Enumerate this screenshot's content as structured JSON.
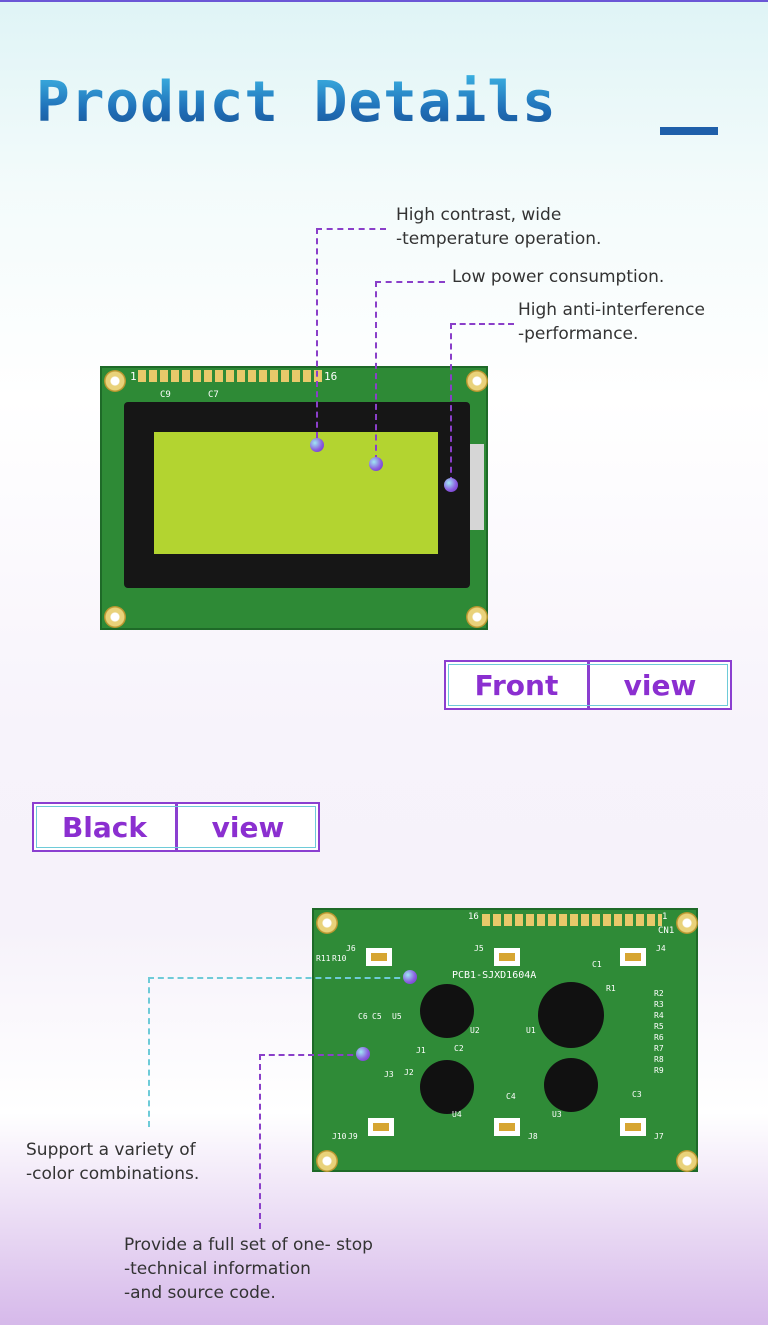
{
  "header": {
    "title": "Product Details"
  },
  "front": {
    "callouts": [
      {
        "line1": "High contrast, wide",
        "line2": "-temperature operation."
      },
      {
        "line1": "Low power consumption."
      },
      {
        "line1": "High anti-interference",
        "line2": "-performance."
      }
    ],
    "tag": {
      "left": "Front",
      "right": "view"
    },
    "silk": {
      "pin_start": "1",
      "pin_end": "16",
      "c9": "C9",
      "c7": "C7"
    }
  },
  "back": {
    "tag": {
      "left": "Black",
      "right": "view"
    },
    "callouts": [
      {
        "line1": "Support a variety of",
        "line2": "-color combinations."
      },
      {
        "line1": "Provide a full set of one- stop",
        "line2": "-technical information",
        "line3": "-and source code."
      }
    ],
    "silk": {
      "board_name": "PCB1-SJXD1604A",
      "pin_start": "16",
      "pin_end": "1",
      "cn1": "CN1",
      "j6": "J6",
      "j5": "J5",
      "j4": "J4",
      "j3": "J3",
      "j2": "J2",
      "j1": "J1",
      "j10": "J10",
      "j9": "J9",
      "j8": "J8",
      "j7": "J7",
      "r11": "R11",
      "r10": "R10",
      "r1": "R1",
      "c1": "C1",
      "c2": "C2",
      "c3": "C3",
      "c4": "C4",
      "c5": "C5",
      "c6": "C6",
      "u1": "U1",
      "u2": "U2",
      "u3": "U3",
      "u4": "U4",
      "u5": "U5",
      "r_list": "R2\nR3\nR4\nR5\nR6\nR7\nR8\nR9"
    }
  }
}
